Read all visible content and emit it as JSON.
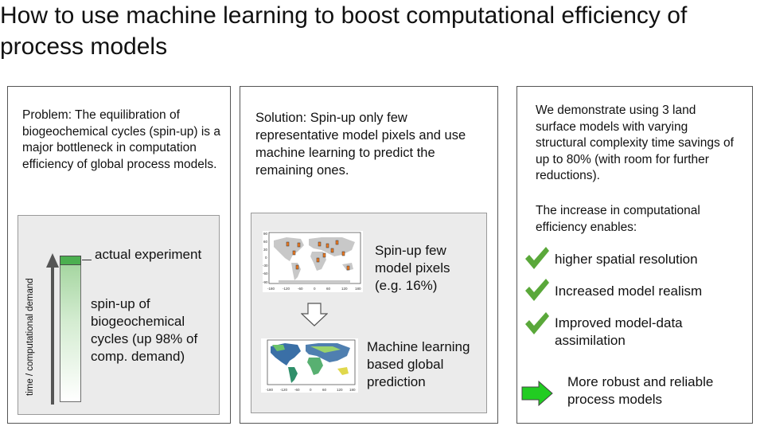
{
  "title": "How to use machine learning to boost computational efficiency of process models",
  "panel1": {
    "text": "Problem: The equilibration of biogeochemical cycles (spin-up) is a major bottleneck in computation efficiency of global process models.",
    "axis_label": "time / computational demand",
    "top_label": "actual experiment",
    "bar_label": "spin-up of biogeochemical cycles (up 98% of comp. demand)"
  },
  "panel2": {
    "text": "Solution: Spin-up only few representative model pixels and use machine learning to predict the remaining ones.",
    "step1": "Spin-up few model pixels (e.g. 16%)",
    "step2": "Machine learning based global prediction",
    "map1_xticks": [
      "-180",
      "-120",
      "-60",
      "0",
      "60",
      "120",
      "180"
    ],
    "map1_yticks": [
      "90",
      "60",
      "30",
      "0",
      "-30",
      "-60",
      "-90"
    ],
    "map2_xticks": [
      "-180",
      "-120",
      "-60",
      "0",
      "60",
      "120",
      "180"
    ]
  },
  "panel3": {
    "text": "We demonstrate using 3 land surface models with varying structural complexity time savings of up to 80% (with room for further reductions).",
    "enables": "The increase in computational efficiency enables:",
    "items": [
      "higher spatial resolution",
      "Increased model realism",
      "Improved model-data assimilation"
    ],
    "conclusion": "More robust and reliable process models"
  },
  "colors": {
    "check": "#5aa83a",
    "arrow": "#22cc22",
    "bar_top": "#4caf50"
  }
}
